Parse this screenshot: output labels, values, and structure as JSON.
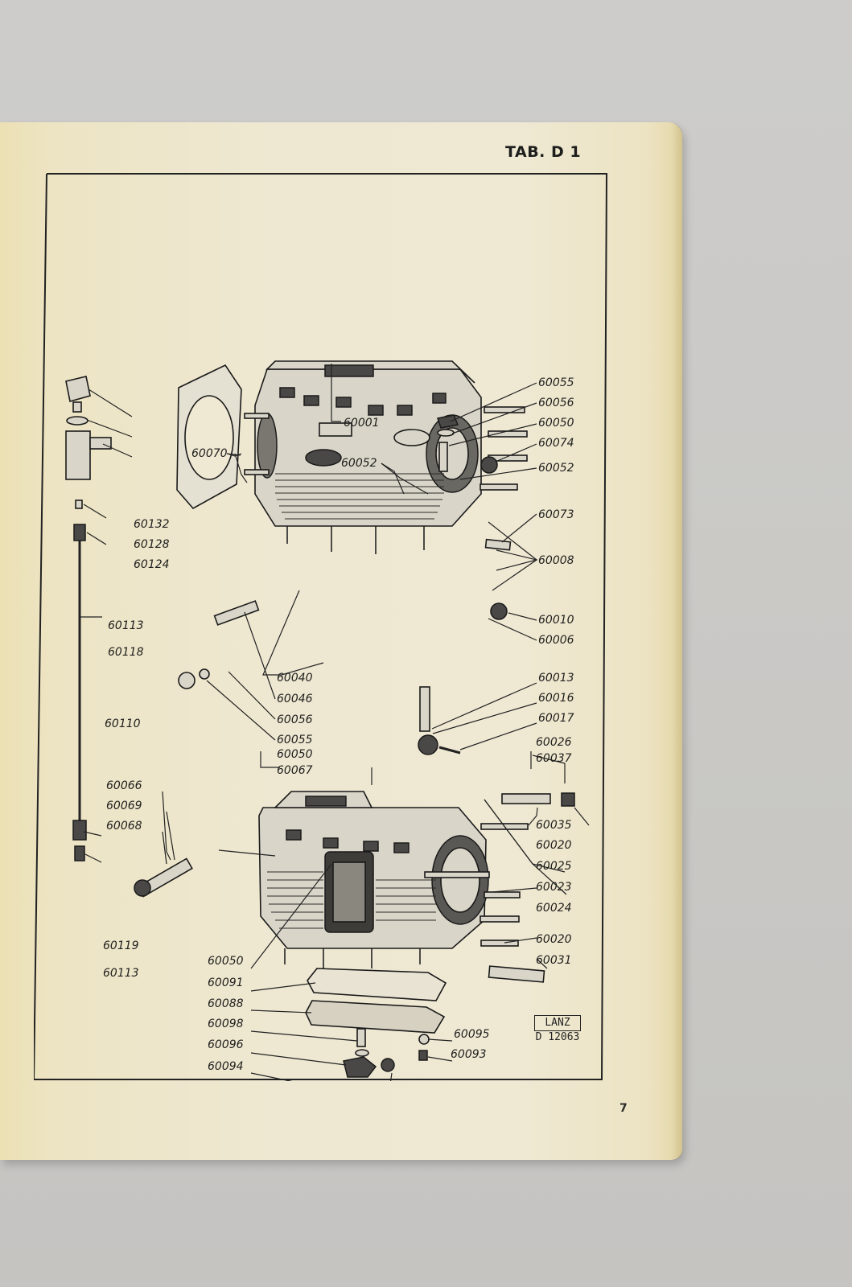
{
  "page": {
    "tab_label": "TAB. D 1",
    "page_number": "7"
  },
  "drawing": {
    "maker_mark": "LANZ",
    "drawing_number": "D 12063",
    "part_numbers": {
      "upper_right": [
        "60055",
        "60056",
        "60050",
        "60074",
        "60052",
        "60073",
        "60008",
        "60010",
        "60006"
      ],
      "upper_center": [
        "60001",
        "60052",
        "60070"
      ],
      "left_column": [
        "60132",
        "60128",
        "60124",
        "60113",
        "60118",
        "60110",
        "60119",
        "60113"
      ],
      "middle_left": [
        "60040",
        "60046",
        "60056",
        "60055",
        "60050",
        "60067"
      ],
      "middle_right": [
        "60013",
        "60016",
        "60017",
        "60026",
        "60037",
        "60035",
        "60020",
        "60025",
        "60023",
        "60024",
        "60020",
        "60031"
      ],
      "lower_left": [
        "60066",
        "60069",
        "60068"
      ],
      "bottom": [
        "60050",
        "60091",
        "60088",
        "60098",
        "60096",
        "60094",
        "60095",
        "60093"
      ]
    }
  }
}
